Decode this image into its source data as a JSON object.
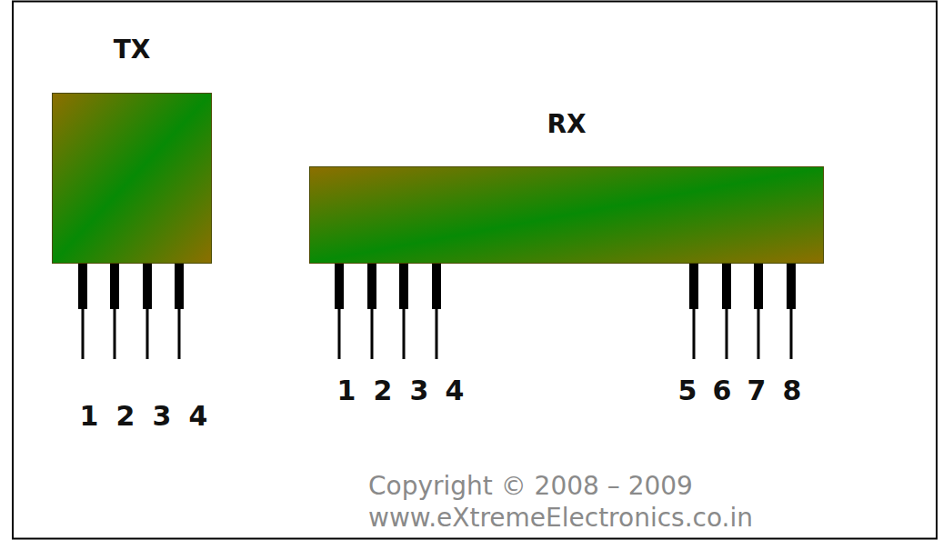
{
  "diagram": {
    "nodes": [
      {
        "text": [
          "TX"
        ]
      },
      {
        "text": [
          "RX"
        ]
      }
    ],
    "labels": [
      "1",
      "2",
      "3",
      "4",
      "1",
      "2",
      "3",
      "4",
      "5",
      "6",
      "7",
      "8",
      "Copyright © 2008 – 2009",
      "www.eXtremeElectronics.co.in"
    ]
  }
}
